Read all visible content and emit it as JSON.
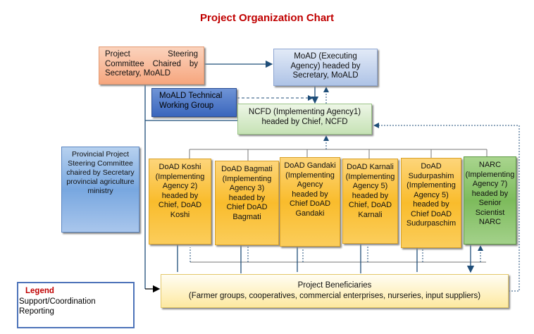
{
  "title": "Project Organization Chart",
  "nodes": {
    "steering": "Project Steering Committee Chaired by Secretary, MoALD",
    "moad": "MoAD (Executing Agency) headed by Secretary, MoALD",
    "twg": "MoALD Technical Working Group",
    "ncfd": "NCFD (Implementing Agency1) headed by Chief, NCFD",
    "provincial": "Provincial Project Steering Committee chaired by Secretary provincial agriculture ministry",
    "agencies": [
      "DoAD Koshi (Implementing Agency 2) headed by Chief, DoAD Koshi",
      "DoAD Bagmati (Implementing Agency 3) headed by Chief DoAD Bagmati",
      "DoAD Gandaki (Implementing Agency headed by Chief DoAD Gandaki",
      "DoAD Karnali (Implementing Agency 5) headed by Chief, DoAD Karnali",
      "DoAD Sudurpashim (Implementing Agency 5) headed by Chief DoAD Sudurpaschim",
      "NARC (Implementing Agency 7) headed by Senior Scientist NARC"
    ],
    "beneficiaries_title": "Project Beneficiaries",
    "beneficiaries_detail": "(Farmer groups, cooperatives, commercial enterprises, nurseries, input suppliers)"
  },
  "legend": {
    "heading": "Legend",
    "items": [
      "Support/Coordination",
      "Reporting"
    ]
  }
}
